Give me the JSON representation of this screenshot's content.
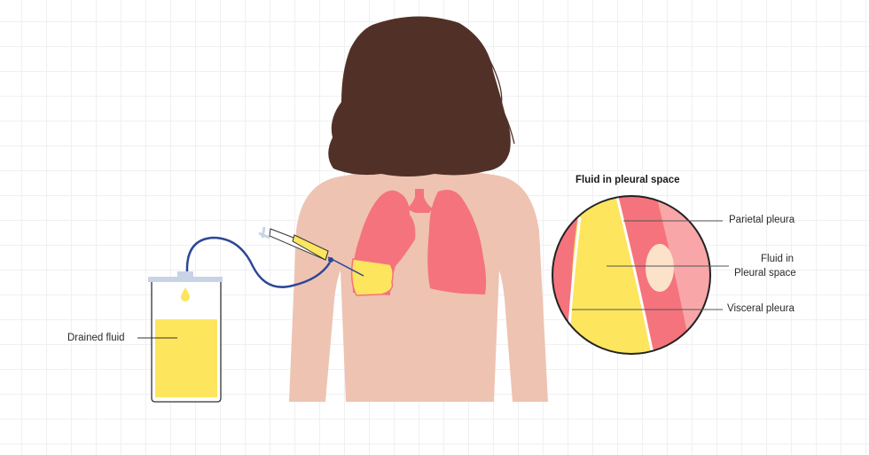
{
  "diagram": {
    "subject": "Thoracentesis / pleural effusion drainage",
    "labels": {
      "drained_fluid": "Drained fluid",
      "inset_title": "Fluid in pleural space",
      "parietal_pleura": "Parietal pleura",
      "fluid_line1": "Fluid in",
      "fluid_line2": "Pleural space",
      "visceral_pleura": "Visceral pleura"
    },
    "colors": {
      "hair": "#513127",
      "skin": "#eec3b2",
      "lung": "#f5737c",
      "lung_light": "#f9a6a8",
      "fluid": "#fde55e",
      "tube": "#2c4796",
      "cap": "#c9d3e6",
      "outline": "#222222"
    }
  }
}
